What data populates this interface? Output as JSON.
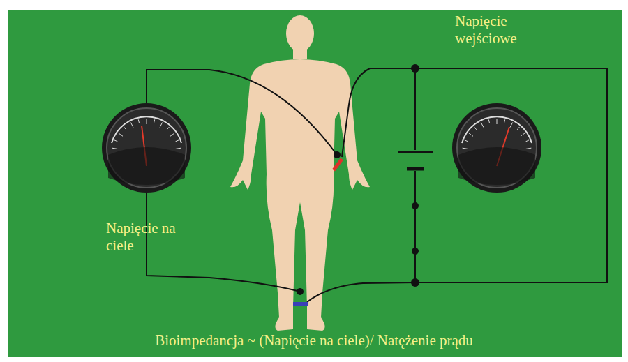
{
  "diagram": {
    "labels": [
      "Napięcie wejściowe",
      "Napięcie na ciele",
      "Bioimpedancja ~ (Napięcie na ciele)/ Natężenie prądu"
    ]
  }
}
